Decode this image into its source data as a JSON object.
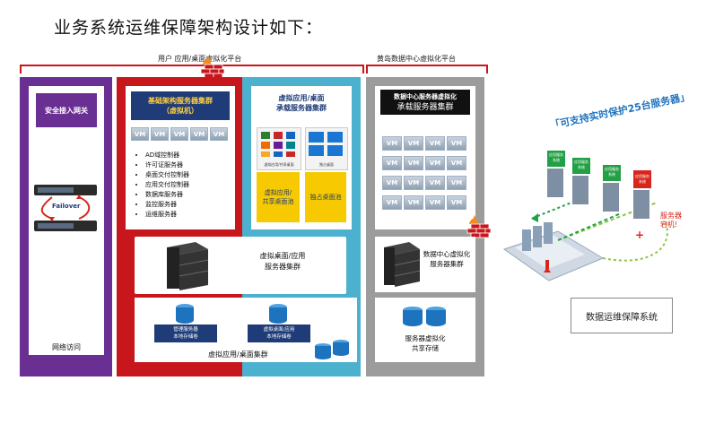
{
  "page_title": "业务系统运维保障架构设计如下：",
  "top_labels": {
    "left": "用户 应用/桌面虚拟化平台",
    "right": "黄岛数据中心虚拟化平台"
  },
  "purple_panel": {
    "gateway": "安全接入网关",
    "failover": "Failover",
    "bottom": "网络访问"
  },
  "red_panel": {
    "header_line1": "基础架构服务器集群",
    "header_line2": "（虚拟机）",
    "vm_label": "VM",
    "items": [
      "AD域控制器",
      "许可证服务器",
      "桌面交付控制器",
      "应用交付控制器",
      "数据库服务器",
      "监控服务器",
      "运维服务器"
    ]
  },
  "teal_panel": {
    "header_line1": "虚拟应用/桌面",
    "header_line2": "承载服务器集群",
    "card1_caption": "虚拟应用/共享桌面",
    "card2_caption": "独占桌面",
    "yellow1_line1": "虚拟应用/",
    "yellow1_line2": "共享桌面池",
    "yellow2": "独占桌面池"
  },
  "mid_box": {
    "line1": "虚拟桌面/应用",
    "line2": "服务器集群"
  },
  "storage_box": {
    "left_line1": "管理服务器",
    "left_line2": "本地存储卷",
    "right_line1": "虚拟桌面/应用",
    "right_line2": "本地存储卷",
    "bottom": "虚拟应用/桌面集群"
  },
  "gray_panel": {
    "header_line1": "数据中心服务器虚拟化",
    "header_line2": "承载服务器集群",
    "vm_label": "VM",
    "server_line1": "数据中心虚拟化",
    "server_line2": "服务器集群",
    "storage_line1": "服务器虚拟化",
    "storage_line2": "共享存储"
  },
  "right_graphic": {
    "banner": "「可支持实时保护25台服务器」",
    "app_label": "应用服务",
    "sys_label": "系统",
    "alert_line1": "服务器",
    "alert_line2": "宕机!",
    "box_label": "数据运维保障系统"
  },
  "colors": {
    "purple": "#6a2f92",
    "red": "#c8161d",
    "teal": "#4bb1cf",
    "gray": "#9c9c9c",
    "navy": "#1f3c78",
    "yellow": "#f6c900",
    "green": "#22a045"
  }
}
